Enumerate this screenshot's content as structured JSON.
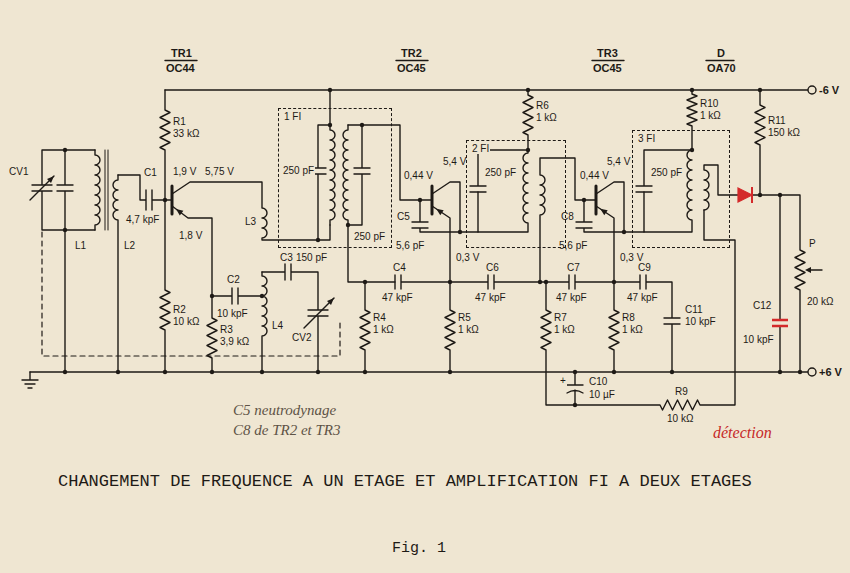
{
  "diagram": {
    "title": "CHANGEMENT DE FREQUENCE A UN ETAGE ET AMPLIFICATION FI A DEUX ETAGES",
    "caption": "Fig. 1",
    "nodes": [
      {
        "text": [
          "1 FI",
          "250 pF",
          "250 pF"
        ]
      },
      {
        "text": [
          "2 FI",
          "250 pF"
        ]
      },
      {
        "text": [
          "3 FI",
          "250 pF"
        ]
      }
    ],
    "labels": [
      "TR1",
      "OC44",
      "TR2",
      "OC45",
      "TR3",
      "OC45",
      "D",
      "OA70",
      "-6 V",
      "+6 V",
      "R1",
      "33 kΩ",
      "1,9 V",
      "5,75 V",
      "C1",
      "4,7 kpF",
      "1,8 V",
      "R2",
      "10 kΩ",
      "R3",
      "3,9 kΩ",
      "C2",
      "10 kpF",
      "L3",
      "C3",
      "150 pF",
      "L4",
      "CV2",
      "CV1",
      "L1",
      "L2",
      "0,44 V",
      "5,4 V",
      "C5",
      "5,6 pF",
      "0,3 V",
      "R6",
      "1 kΩ",
      "C4",
      "47 kpF",
      "C6",
      "47 kpF",
      "R4",
      "1 kΩ",
      "R5",
      "1 kΩ",
      "R7",
      "1 kΩ",
      "0,44 V",
      "5,4 V",
      "C8",
      "5,6 pF",
      "0,3 V",
      "R10",
      "1 kΩ",
      "C7",
      "47 kpF",
      "C9",
      "47 kpF",
      "R8",
      "1 kΩ",
      "C11",
      "10 kpF",
      "C10",
      "10 µF",
      "+",
      "R9",
      "10 kΩ",
      "R11",
      "150 kΩ",
      "P",
      "20 kΩ",
      "C12",
      "10 kpF",
      "C5 neutrodynage",
      "C8 de TR2 et TR3",
      "détection"
    ]
  }
}
